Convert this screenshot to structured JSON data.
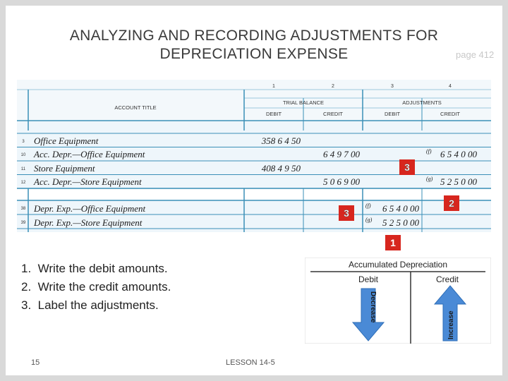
{
  "slide": {
    "title_line1": "ANALYZING AND RECORDING ADJUSTMENTS FOR",
    "title_line2": "DEPRECIATION EXPENSE",
    "page_ref": "page 412",
    "slide_number": "15",
    "lesson": "LESSON 14-5"
  },
  "worksheet": {
    "col_numbers": [
      "1",
      "2",
      "3",
      "4"
    ],
    "trial_balance_label": "TRIAL BALANCE",
    "adjustments_label": "ADJUSTMENTS",
    "account_title_label": "ACCOUNT TITLE",
    "debit_label": "DEBIT",
    "credit_label": "CREDIT",
    "rows": [
      {
        "num": "3",
        "title": "Office Equipment",
        "tb_debit": "358 6 4 50",
        "tb_credit": "",
        "adj_debit": "",
        "adj_credit": ""
      },
      {
        "num": "10",
        "title": "Acc. Depr.—Office Equipment",
        "tb_debit": "",
        "tb_credit": "6 4 9 7 00",
        "adj_debit": "",
        "adj_credit": "6 5 4 0 00",
        "adj_credit_letter": "(f)"
      },
      {
        "num": "11",
        "title": "Store Equipment",
        "tb_debit": "408 4 9 50",
        "tb_credit": "",
        "adj_debit": "",
        "adj_credit": ""
      },
      {
        "num": "12",
        "title": "Acc. Depr.—Store Equipment",
        "tb_debit": "",
        "tb_credit": "5 0 6 9 00",
        "adj_debit": "",
        "adj_credit": "5 2 5 0 00",
        "adj_credit_letter": "(g)"
      },
      {
        "num": "38",
        "title": "Depr. Exp.—Office Equipment",
        "tb_debit": "",
        "tb_credit": "",
        "adj_debit": "6 5 4 0 00",
        "adj_debit_letter": "(f)",
        "adj_credit": ""
      },
      {
        "num": "39",
        "title": "Depr. Exp.—Store Equipment",
        "tb_debit": "",
        "tb_credit": "",
        "adj_debit": "5 2 5 0 00",
        "adj_debit_letter": "(g)",
        "adj_credit": ""
      }
    ],
    "callouts": [
      "3",
      "2",
      "3",
      "1"
    ]
  },
  "steps": [
    {
      "num": "1.",
      "text": "Write the debit amounts."
    },
    {
      "num": "2.",
      "text": "Write the credit amounts."
    },
    {
      "num": "3.",
      "text": "Label the adjustments."
    }
  ],
  "t_account": {
    "title": "Accumulated Depreciation",
    "left_label": "Debit",
    "right_label": "Credit",
    "left_arrow_text": "Decrease",
    "right_arrow_text": "Increase"
  },
  "colors": {
    "worksheet_bg": "#eef6fb",
    "worksheet_line": "#3a8fb7",
    "highlight_row": "#ffffff",
    "callout_red": "#d7261e",
    "arrow_blue": "#4a8ad6"
  }
}
